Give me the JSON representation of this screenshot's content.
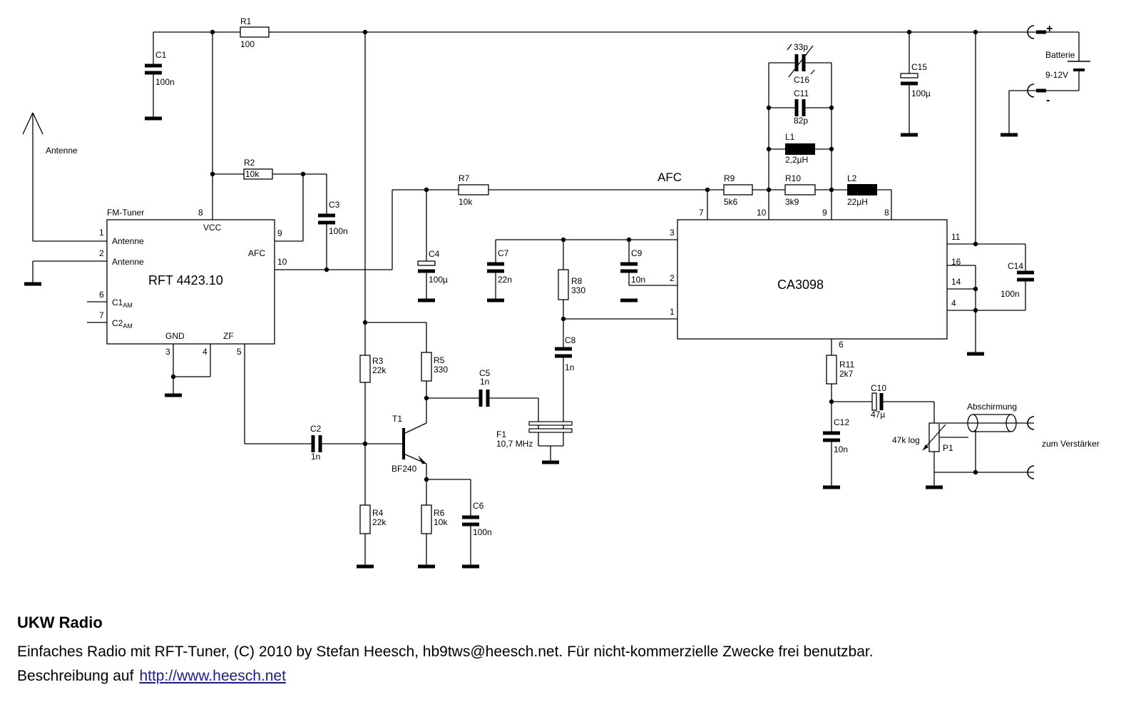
{
  "components": {
    "R1": {
      "ref": "R1",
      "value": "100"
    },
    "R2": {
      "ref": "R2",
      "value": "10k"
    },
    "R3": {
      "ref": "R3",
      "value": "22k"
    },
    "R4": {
      "ref": "R4",
      "value": "22k"
    },
    "R5": {
      "ref": "R5",
      "value": "330"
    },
    "R6": {
      "ref": "R6",
      "value": "10k"
    },
    "R7": {
      "ref": "R7",
      "value": "10k"
    },
    "R8": {
      "ref": "R8",
      "value": "330"
    },
    "R9": {
      "ref": "R9",
      "value": "5k6"
    },
    "R10": {
      "ref": "R10",
      "value": "3k9"
    },
    "R11": {
      "ref": "R11",
      "value": "2k7"
    },
    "C1": {
      "ref": "C1",
      "value": "100n"
    },
    "C2": {
      "ref": "C2",
      "value": "1n"
    },
    "C3": {
      "ref": "C3",
      "value": "100n"
    },
    "C4": {
      "ref": "C4",
      "value": "100µ"
    },
    "C5": {
      "ref": "C5",
      "value": "1n"
    },
    "C6": {
      "ref": "C6",
      "value": "100n"
    },
    "C7": {
      "ref": "C7",
      "value": "22n"
    },
    "C8": {
      "ref": "C8",
      "value": "1n"
    },
    "C9": {
      "ref": "C9",
      "value": "10n"
    },
    "C10": {
      "ref": "C10",
      "value": "47µ"
    },
    "C11": {
      "ref": "C11",
      "value": "82p"
    },
    "C12": {
      "ref": "C12",
      "value": "10n"
    },
    "C14": {
      "ref": "C14",
      "value": "100n"
    },
    "C15": {
      "ref": "C15",
      "value": "100µ"
    },
    "C16": {
      "ref": "C16",
      "value": "33p"
    },
    "L1": {
      "ref": "L1",
      "value": "2,2µH"
    },
    "L2": {
      "ref": "L2",
      "value": "22µH"
    },
    "T1": {
      "ref": "T1",
      "value": "BF240"
    },
    "F1": {
      "ref": "F1",
      "value": "10,7 MHz"
    },
    "P1": {
      "ref": "P1",
      "value": "47k log"
    }
  },
  "tuner": {
    "header": "FM-Tuner",
    "name": "RFT 4423.10",
    "vcc": "VCC",
    "afc": "AFC",
    "antenna1": "Antenne",
    "antenna2": "Antenne",
    "c1_base": "C1",
    "c2_base": "C2",
    "am": "AM",
    "gnd": "GND",
    "zf": "ZF",
    "pins": {
      "p1": "1",
      "p2": "2",
      "p3": "3",
      "p4": "4",
      "p5": "5",
      "p6": "6",
      "p7": "7",
      "p8": "8",
      "p9": "9",
      "p10": "10"
    }
  },
  "ic": {
    "name": "CA3098",
    "pins": {
      "p1": "1",
      "p2": "2",
      "p3": "3",
      "p4": "4",
      "p6": "6",
      "p7": "7",
      "p8": "8",
      "p9": "9",
      "p10": "10",
      "p11": "11",
      "p14": "14",
      "p16": "16"
    }
  },
  "labels": {
    "antenna": "Antenne",
    "afc_net": "AFC",
    "battery": "Batterie",
    "battery_voltage": "9-12V",
    "plus": "+",
    "minus": "-",
    "shield": "Abschirmung",
    "to_amp": "zum Verstärker"
  },
  "footer": {
    "title": "UKW Radio",
    "line1": "Einfaches Radio mit RFT-Tuner, (C) 2010 by Stefan Heesch, hb9tws@heesch.net. Für nicht-kommerzielle Zwecke frei benutzbar.",
    "line2_prefix": "Beschreibung auf",
    "link": "http://www.heesch.net"
  }
}
